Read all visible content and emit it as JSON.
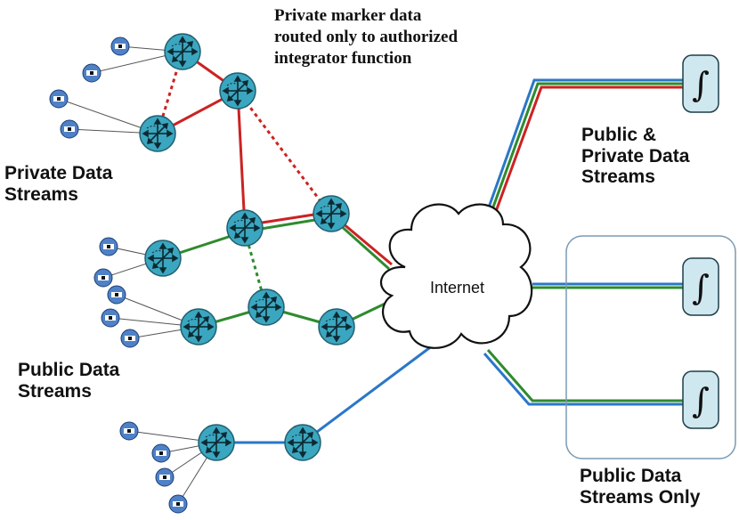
{
  "labels": {
    "private_note_line1": "Private marker data",
    "private_note_line2": "routed only to authorized",
    "private_note_line3": "integrator function",
    "private_streams_line1": "Private Data",
    "private_streams_line2": "Streams",
    "public_streams_line1": "Public Data",
    "public_streams_line2": "Streams",
    "public_private_line1": "Public &",
    "public_private_line2": "Private Data",
    "public_private_line3": "Streams",
    "public_only_line1": "Public Data",
    "public_only_line2": "Streams Only",
    "internet": "Internet"
  },
  "icons": {
    "router": "router-icon",
    "sensor": "sensor-node-icon",
    "integrator": "integral-icon",
    "cloud": "cloud-icon"
  },
  "colors": {
    "router_fill": "#3ba6bf",
    "sensor_fill": "#4f81c7",
    "integrator_fill": "#cfe7ee",
    "private_link": "#cc2222",
    "public_link": "#2e8b2e",
    "blue_link": "#2a77c8"
  }
}
